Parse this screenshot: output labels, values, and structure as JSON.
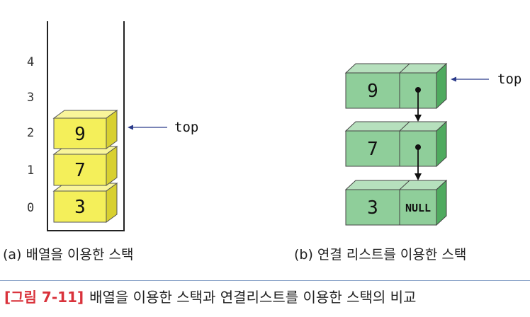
{
  "array_stack": {
    "indices": [
      "4",
      "3",
      "2",
      "1",
      "0"
    ],
    "values": [
      "9",
      "7",
      "3"
    ],
    "top_label": "top",
    "caption": "(a) 배열을 이용한 스택"
  },
  "linked_stack": {
    "nodes": [
      {
        "value": "9",
        "link": ""
      },
      {
        "value": "7",
        "link": ""
      },
      {
        "value": "3",
        "link": "NULL"
      }
    ],
    "top_label": "top",
    "caption": "(b) 연결 리스트를 이용한 스택"
  },
  "figure": {
    "label": "[그림 7-11]",
    "title": "배열을 이용한 스택과 연결리스트를 이용한 스택의 비교"
  },
  "colors": {
    "yellow_front": "#f4ef5a",
    "yellow_top": "#f9f59a",
    "yellow_side": "#d8d030",
    "green_front": "#8fce9a",
    "green_top": "#b6e0bd",
    "green_side": "#4faa5f",
    "arrow": "#2a3a8a",
    "accent": "#d9323b"
  }
}
